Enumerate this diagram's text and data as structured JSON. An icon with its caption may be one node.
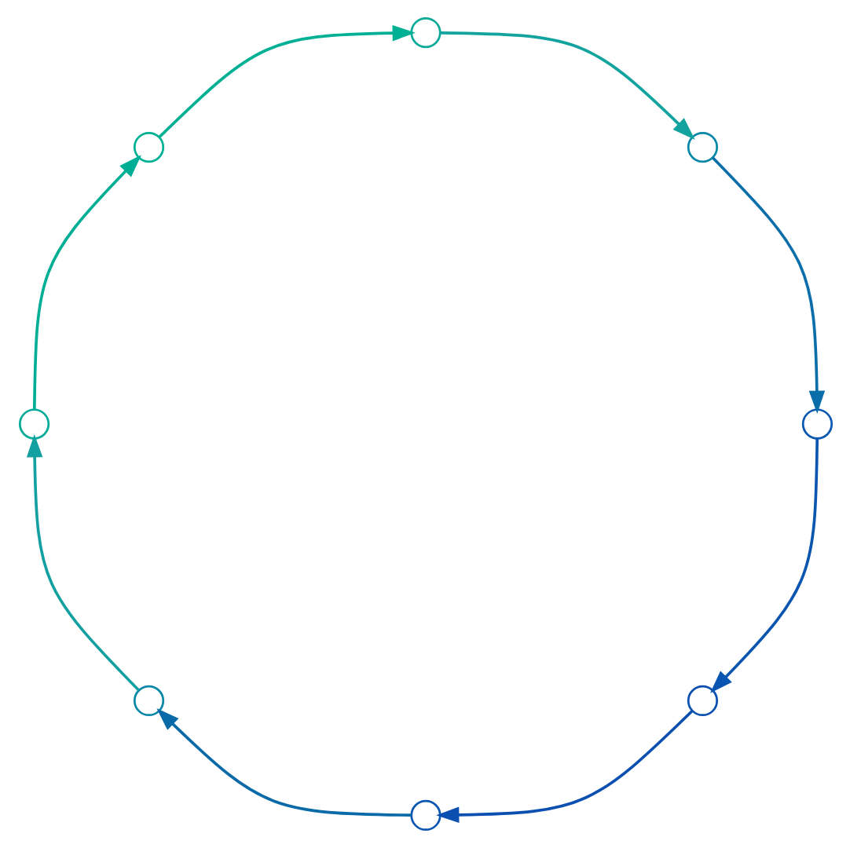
{
  "diagram": {
    "nodes": [
      {
        "text": [],
        "shape": "circle"
      },
      {
        "text": [],
        "shape": "circle"
      },
      {
        "text": [],
        "shape": "circle"
      },
      {
        "text": [],
        "shape": "circle"
      },
      {
        "text": [],
        "shape": "circle"
      },
      {
        "text": [],
        "shape": "circle"
      },
      {
        "text": [],
        "shape": "circle"
      },
      {
        "text": [],
        "shape": "circle"
      }
    ],
    "edges": [
      {
        "from": 0,
        "to": 1,
        "arrow": "to",
        "color": "#00b094"
      },
      {
        "from": 1,
        "to": 2,
        "arrow": "to",
        "color": "#12a39e"
      },
      {
        "from": 2,
        "to": 3,
        "arrow": "to",
        "color": "#0a6eaa"
      },
      {
        "from": 3,
        "to": 4,
        "arrow": "to",
        "color": "#0a55b0"
      },
      {
        "from": 4,
        "to": 5,
        "arrow": "to",
        "color": "#0b50b0"
      },
      {
        "from": 5,
        "to": 6,
        "arrow": "to",
        "color": "#0a6aa8"
      },
      {
        "from": 6,
        "to": 7,
        "arrow": "to",
        "color": "#13a0a0"
      },
      {
        "from": 7,
        "to": 0,
        "arrow": "to",
        "color": "#00ae96"
      }
    ]
  }
}
